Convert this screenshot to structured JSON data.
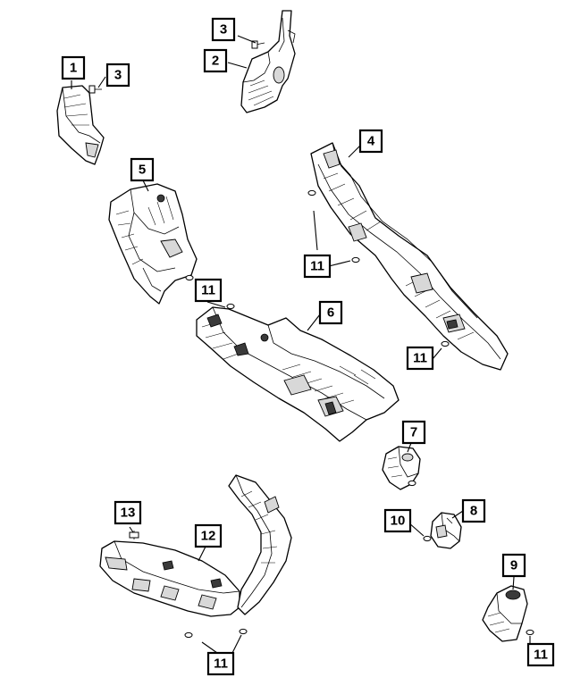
{
  "diagram": {
    "callouts": [
      {
        "id": "c1",
        "label": "1"
      },
      {
        "id": "c2",
        "label": "2"
      },
      {
        "id": "c3a",
        "label": "3"
      },
      {
        "id": "c3b",
        "label": "3"
      },
      {
        "id": "c4",
        "label": "4"
      },
      {
        "id": "c5",
        "label": "5"
      },
      {
        "id": "c6",
        "label": "6"
      },
      {
        "id": "c7",
        "label": "7"
      },
      {
        "id": "c8",
        "label": "8"
      },
      {
        "id": "c9",
        "label": "9"
      },
      {
        "id": "c10",
        "label": "10"
      },
      {
        "id": "c11a",
        "label": "11"
      },
      {
        "id": "c11b",
        "label": "11"
      },
      {
        "id": "c11c",
        "label": "11"
      },
      {
        "id": "c11d",
        "label": "11"
      },
      {
        "id": "c11e",
        "label": "11"
      },
      {
        "id": "c12",
        "label": "12"
      },
      {
        "id": "c13",
        "label": "13"
      }
    ]
  }
}
